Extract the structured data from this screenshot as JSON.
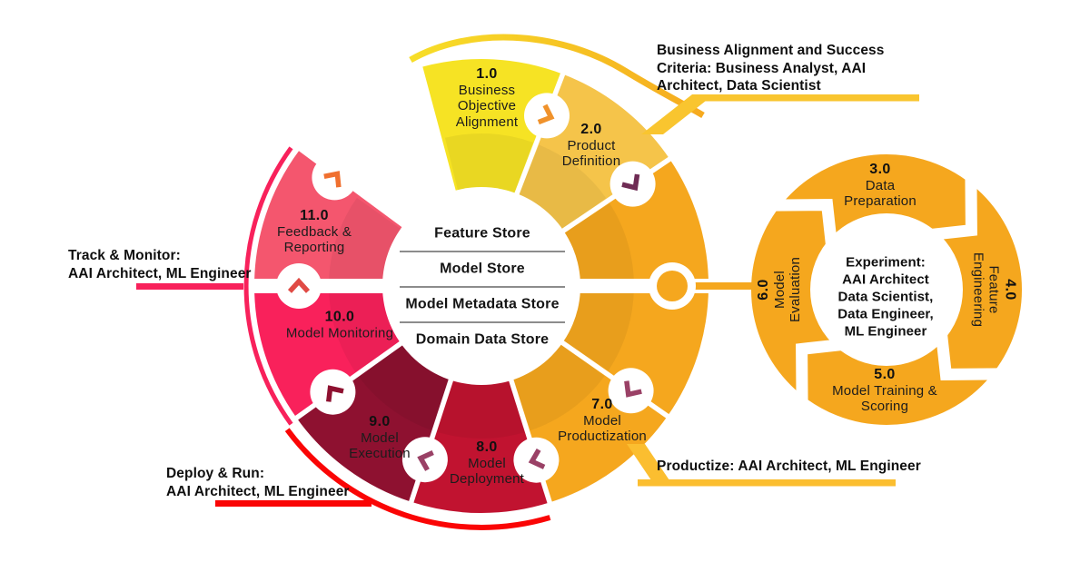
{
  "main_cycle": {
    "hub_stores": [
      "Feature Store",
      "Model Store",
      "Model Metadata Store",
      "Domain Data Store"
    ],
    "stages": [
      {
        "num": "1.0",
        "name": "Business Objective Alignment",
        "lines": [
          "Business",
          "Objective",
          "Alignment"
        ],
        "color": "#F6E324"
      },
      {
        "num": "2.0",
        "name": "Product Definition",
        "lines": [
          "Product",
          "Definition"
        ],
        "color": "#F5C44A"
      },
      {
        "num": "7.0",
        "name": "Model Productization",
        "lines": [
          "Model",
          "Productization"
        ],
        "color": "#F5A71E"
      },
      {
        "num": "8.0",
        "name": "Model Deployment",
        "lines": [
          "Model",
          "Deployment"
        ],
        "color": "#C11330"
      },
      {
        "num": "9.0",
        "name": "Model Execution",
        "lines": [
          "Model",
          "Execution"
        ],
        "color": "#8E1130"
      },
      {
        "num": "10.0",
        "name": "Model Monitoring",
        "lines": [
          "Model Monitoring"
        ],
        "color": "#F9215B"
      },
      {
        "num": "11.0",
        "name": "Feedback & Reporting",
        "lines": [
          "Feedback &",
          "Reporting"
        ],
        "color": "#F4566E"
      }
    ],
    "experiment_segment_color": "#F5A71E"
  },
  "experiment_cycle": {
    "ring_color": "#F5A71E",
    "stages": [
      {
        "num": "3.0",
        "name": "Data Preparation",
        "lines": [
          "Data",
          "Preparation"
        ]
      },
      {
        "num": "4.0",
        "name": "Feature Engineering",
        "lines": [
          "Feature",
          "Engineering"
        ]
      },
      {
        "num": "5.0",
        "name": "Model Training & Scoring",
        "lines": [
          "Model Training &",
          "Scoring"
        ]
      },
      {
        "num": "6.0",
        "name": "Model Evaluation",
        "lines": [
          "Model",
          "Evaluation"
        ]
      }
    ],
    "center_lines": [
      "Experiment:",
      "AAI Architect",
      "Data Scientist,",
      "Data Engineer,",
      "ML Engineer"
    ]
  },
  "annotations": {
    "business": {
      "lines": [
        "Business Alignment and Success",
        "Criteria: Business Analyst, AAI",
        "Architect, Data Scientist"
      ],
      "underline_color": "#F9C52F"
    },
    "track": {
      "lines": [
        "Track & Monitor:",
        "AAI Architect, ML Engineer"
      ],
      "underline_color": "#F8215B"
    },
    "deploy": {
      "lines": [
        "Deploy & Run:",
        "AAI Architect, ML Engineer"
      ],
      "underline_color": "#FA0505"
    },
    "productize": {
      "lines": [
        "Productize:  AAI Architect, ML Engineer"
      ],
      "underline_color": "#FBBE30"
    }
  },
  "colors": {
    "background": "#FFFFFF",
    "yellow_arc_start": "#F7DE28",
    "yellow_arc_end": "#F6A91F",
    "pink_arc": "#F8215B",
    "red_arc": "#FA0505",
    "connector_orange": "#F5A71E",
    "hub_divider": "#1A1A1A",
    "text": "#1C1C1C",
    "chevrons": [
      "#F0922B",
      "#6F2C54",
      "#9A4166",
      "#9A4166",
      "#9A4166",
      "#8E1130",
      "#E04B45",
      "#F0702F"
    ]
  }
}
